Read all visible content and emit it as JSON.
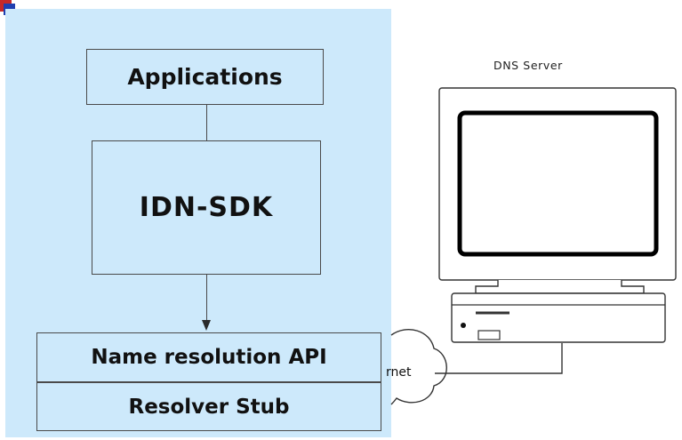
{
  "client_stack": {
    "applications": "Applications",
    "idn_sdk": "IDN-SDK",
    "name_resolution_api": "Name resolution API",
    "resolver_stub": "Resolver Stub"
  },
  "server": {
    "title": "DNS Server"
  },
  "network": {
    "internet_label": "rnet"
  },
  "colors": {
    "panel": "#cde9fb",
    "stroke": "#4a4a4a",
    "bullet_red": "#c62828",
    "bullet_blue": "#1f3fb0"
  }
}
